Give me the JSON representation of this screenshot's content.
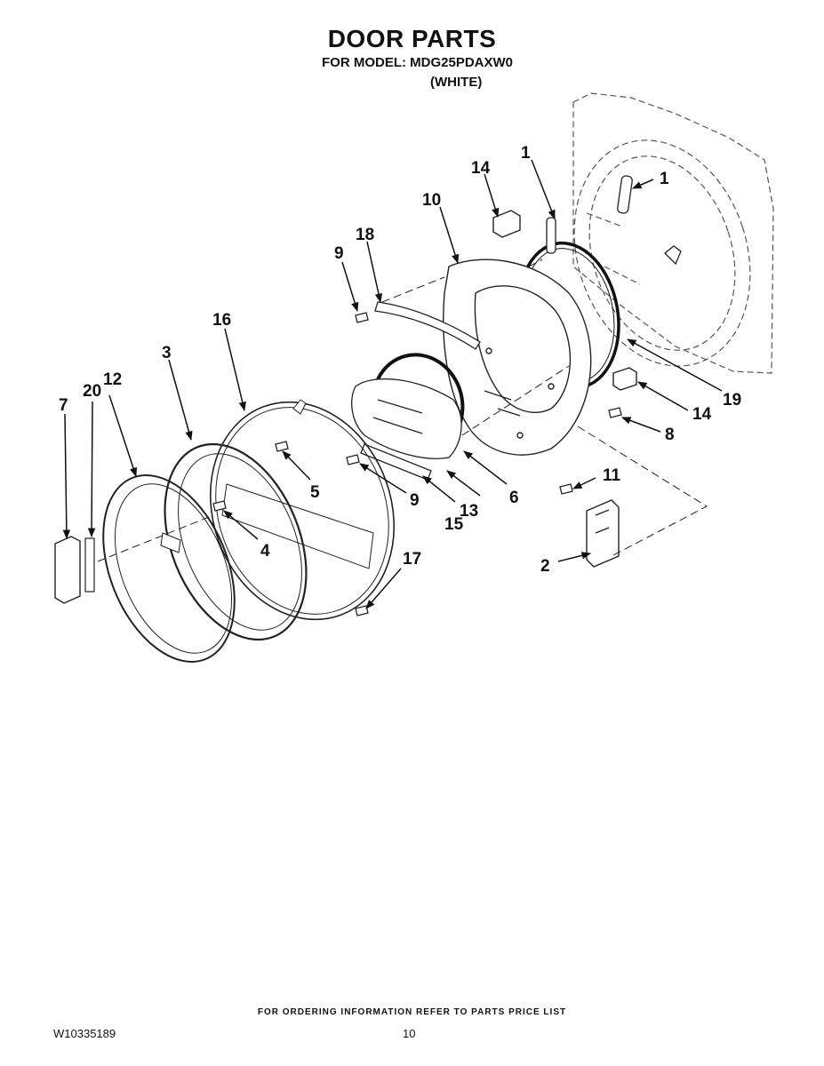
{
  "header": {
    "title": "DOOR PARTS",
    "model_line": "FOR MODEL: MDG25PDAXW0",
    "color": "(WHITE)"
  },
  "callouts": [
    "1",
    "1",
    "14",
    "10",
    "18",
    "9",
    "16",
    "3",
    "12",
    "20",
    "7",
    "5",
    "4",
    "9",
    "15",
    "13",
    "6",
    "14",
    "19",
    "8",
    "11",
    "2",
    "17"
  ],
  "footer": {
    "ordering_note": "FOR ORDERING INFORMATION REFER TO PARTS PRICE LIST",
    "doc_number": "W10335189",
    "page_number": "10"
  }
}
